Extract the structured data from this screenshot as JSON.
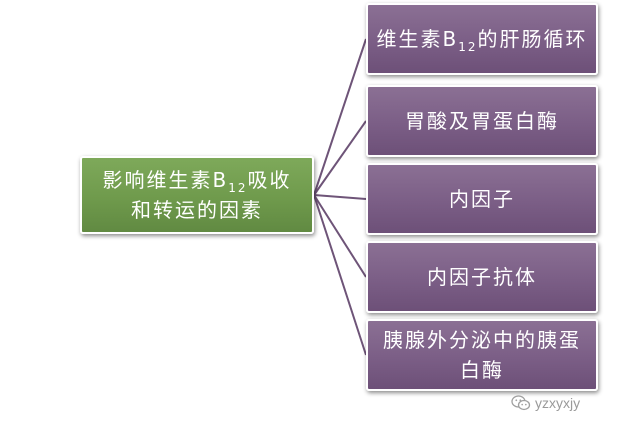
{
  "root": {
    "line1_prefix": "影响维生素B",
    "line1_sub": "12",
    "line1_suffix": "吸收",
    "line2": "和转运的因素"
  },
  "leaves": [
    {
      "prefix": "维生素B",
      "sub": "12",
      "suffix": "的肝肠循环"
    },
    {
      "text": "胃酸及胃蛋白酶"
    },
    {
      "text": "内因子"
    },
    {
      "text": "内因子抗体"
    },
    {
      "line1": "胰腺外分泌中的胰蛋",
      "line2": "白酶"
    }
  ],
  "watermark": {
    "icon": "wechat-icon",
    "text": "yzxyxjy"
  },
  "colors": {
    "root_fill": "#6f9a4c",
    "leaf_fill": "#7b5e86",
    "connector": "#6e5478",
    "text": "#ffffff"
  }
}
